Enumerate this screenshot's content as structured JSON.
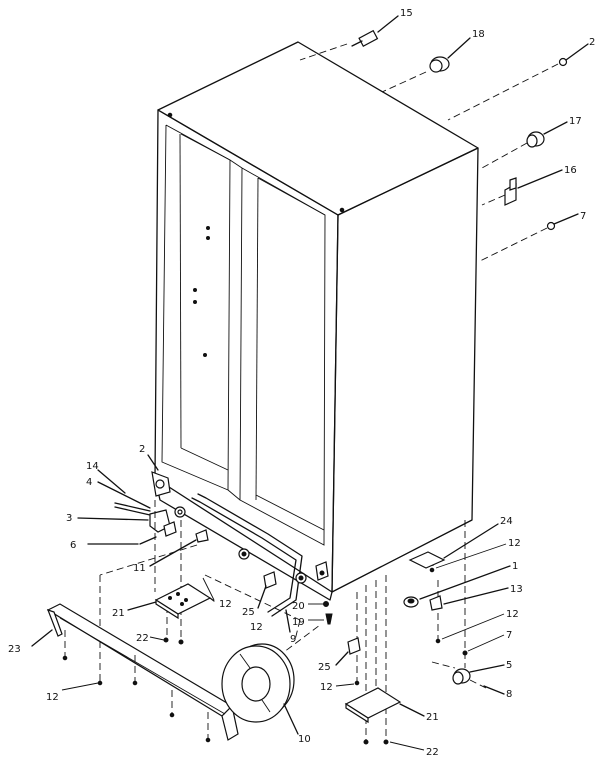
{
  "callouts": [
    {
      "id": "c15",
      "text": "15"
    },
    {
      "id": "c18",
      "text": "18"
    },
    {
      "id": "c2a",
      "text": "2"
    },
    {
      "id": "c17",
      "text": "17"
    },
    {
      "id": "c16",
      "text": "16"
    },
    {
      "id": "c7a",
      "text": "7"
    },
    {
      "id": "c2b",
      "text": "2"
    },
    {
      "id": "c14",
      "text": "14"
    },
    {
      "id": "c4",
      "text": "4"
    },
    {
      "id": "c3",
      "text": "3"
    },
    {
      "id": "c6",
      "text": "6"
    },
    {
      "id": "c11",
      "text": "11"
    },
    {
      "id": "c24",
      "text": "24"
    },
    {
      "id": "c12a",
      "text": "12"
    },
    {
      "id": "c1",
      "text": "1"
    },
    {
      "id": "c13",
      "text": "13"
    },
    {
      "id": "c12b",
      "text": "12"
    },
    {
      "id": "c7b",
      "text": "7"
    },
    {
      "id": "c5",
      "text": "5"
    },
    {
      "id": "c8",
      "text": "8"
    },
    {
      "id": "c21a",
      "text": "21"
    },
    {
      "id": "c12c",
      "text": "12"
    },
    {
      "id": "c25a",
      "text": "25"
    },
    {
      "id": "c20",
      "text": "20"
    },
    {
      "id": "c19",
      "text": "19"
    },
    {
      "id": "c9",
      "text": "9"
    },
    {
      "id": "c12d",
      "text": "12"
    },
    {
      "id": "c22a",
      "text": "22"
    },
    {
      "id": "c23",
      "text": "23"
    },
    {
      "id": "c25b",
      "text": "25"
    },
    {
      "id": "c12e",
      "text": "12"
    },
    {
      "id": "c12f",
      "text": "12"
    },
    {
      "id": "c10",
      "text": "10"
    },
    {
      "id": "c21b",
      "text": "21"
    },
    {
      "id": "c22b",
      "text": "22"
    }
  ]
}
